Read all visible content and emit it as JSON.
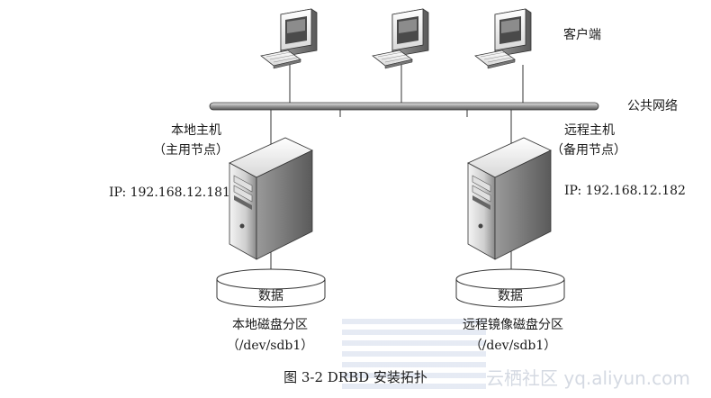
{
  "labels": {
    "clients": "客户端",
    "public_network": "公共网络",
    "local_host_title": "本地主机",
    "local_host_role": "（主用节点）",
    "local_ip": "IP: 192.168.12.181",
    "remote_host_title": "远程主机",
    "remote_host_role": "（备用节点）",
    "remote_ip": "IP: 192.168.12.182",
    "local_disk_data": "数据",
    "remote_disk_data": "数据",
    "local_disk_partition": "本地磁盘分区",
    "local_disk_device": "（/dev/sdb1）",
    "remote_disk_partition": "远程镜像磁盘分区",
    "remote_disk_device": "（/dev/sdb1）"
  },
  "caption": "图 3-2    DRBD 安装拓扑",
  "watermark": "云栖社区 yq.aliyun.com",
  "colors": {
    "line": "#333333",
    "device_light": "#f2f2f2",
    "device_mid": "#b8b8b8",
    "device_dark": "#6e6e6e",
    "screen": "#4a4a4a"
  }
}
